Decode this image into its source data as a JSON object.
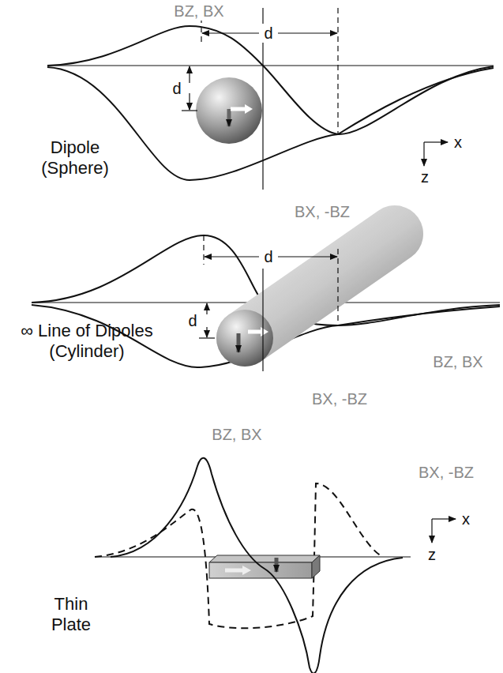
{
  "diagram": {
    "labels": [
      "BZ, BX",
      "d",
      "d",
      "Dipole (Sphere)",
      "x",
      "z",
      "BX, -BZ",
      "d",
      "d",
      "∞ Line of Dipoles (Cylinder)",
      "BZ, BX",
      "BX, -BZ",
      "BZ, BX",
      "BX, -BZ",
      "x",
      "z",
      "Thin Plate"
    ]
  }
}
